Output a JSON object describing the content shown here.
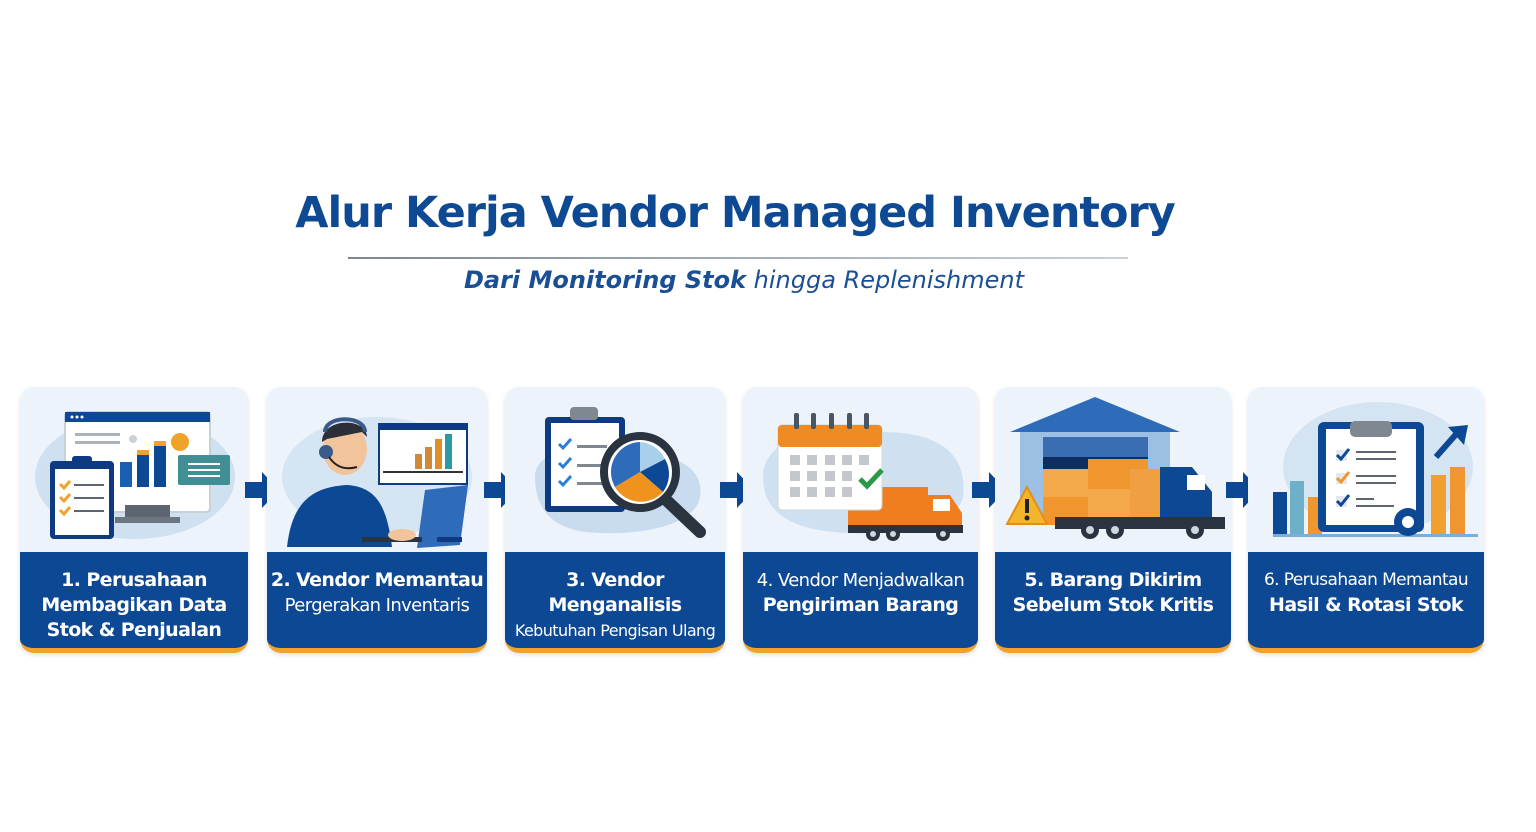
{
  "header": {
    "title": "Alur Kerja Vendor Managed Inventory",
    "subtitle_bold": "Dari Monitoring Stok",
    "subtitle_rest": " hingga Replenishment"
  },
  "colors": {
    "primary_blue": "#0d4894",
    "accent_orange": "#f0a32b",
    "card_bg": "#edf3fa"
  },
  "steps": [
    {
      "number": "1.",
      "line1": "1. Perusahaan",
      "line2": "Membagikan Data",
      "line3": "Stok & Penjualan",
      "icon": "dashboard-clipboard-icon"
    },
    {
      "number": "2.",
      "line1": "2. Vendor Memantau",
      "line2": "Pergerakan Inventaris",
      "icon": "operator-monitor-icon"
    },
    {
      "number": "3.",
      "line1": "3. Vendor Menganalisis",
      "line2": "Kebutuhan Pengisan Ulang",
      "icon": "clipboard-magnifier-icon"
    },
    {
      "number": "4.",
      "line1": "4. Vendor Menjadwalkan",
      "line2": "Pengiriman Barang",
      "icon": "calendar-truck-icon"
    },
    {
      "number": "5.",
      "line1": "5. Barang Dikirim",
      "line2": "Sebelum Stok Kritis",
      "icon": "warehouse-truck-icon"
    },
    {
      "number": "6.",
      "line1": "6. Perusahaan Memantau",
      "line2": "Hasil & Rotasi Stok",
      "icon": "report-growth-icon"
    }
  ]
}
